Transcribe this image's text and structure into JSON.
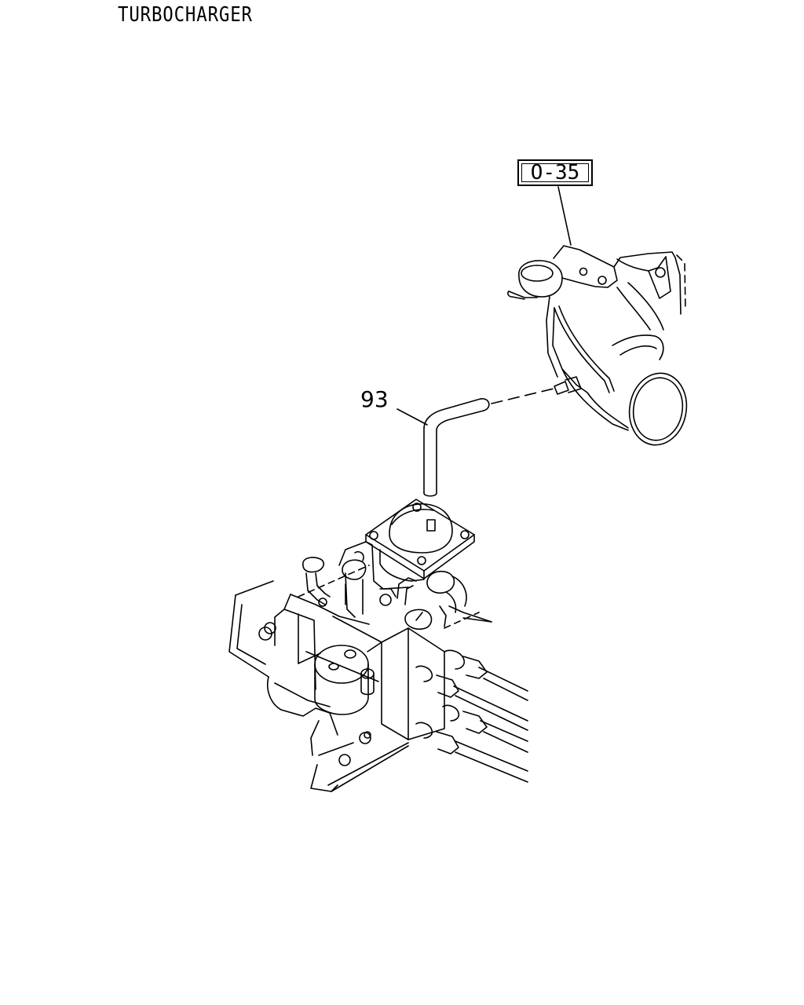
{
  "header": {
    "title": "TURBOCHARGER"
  },
  "diagram": {
    "reference_label": "O-35",
    "callouts": [
      {
        "number": "93"
      }
    ],
    "colors": {
      "line": "#000000",
      "background": "#ffffff"
    }
  }
}
